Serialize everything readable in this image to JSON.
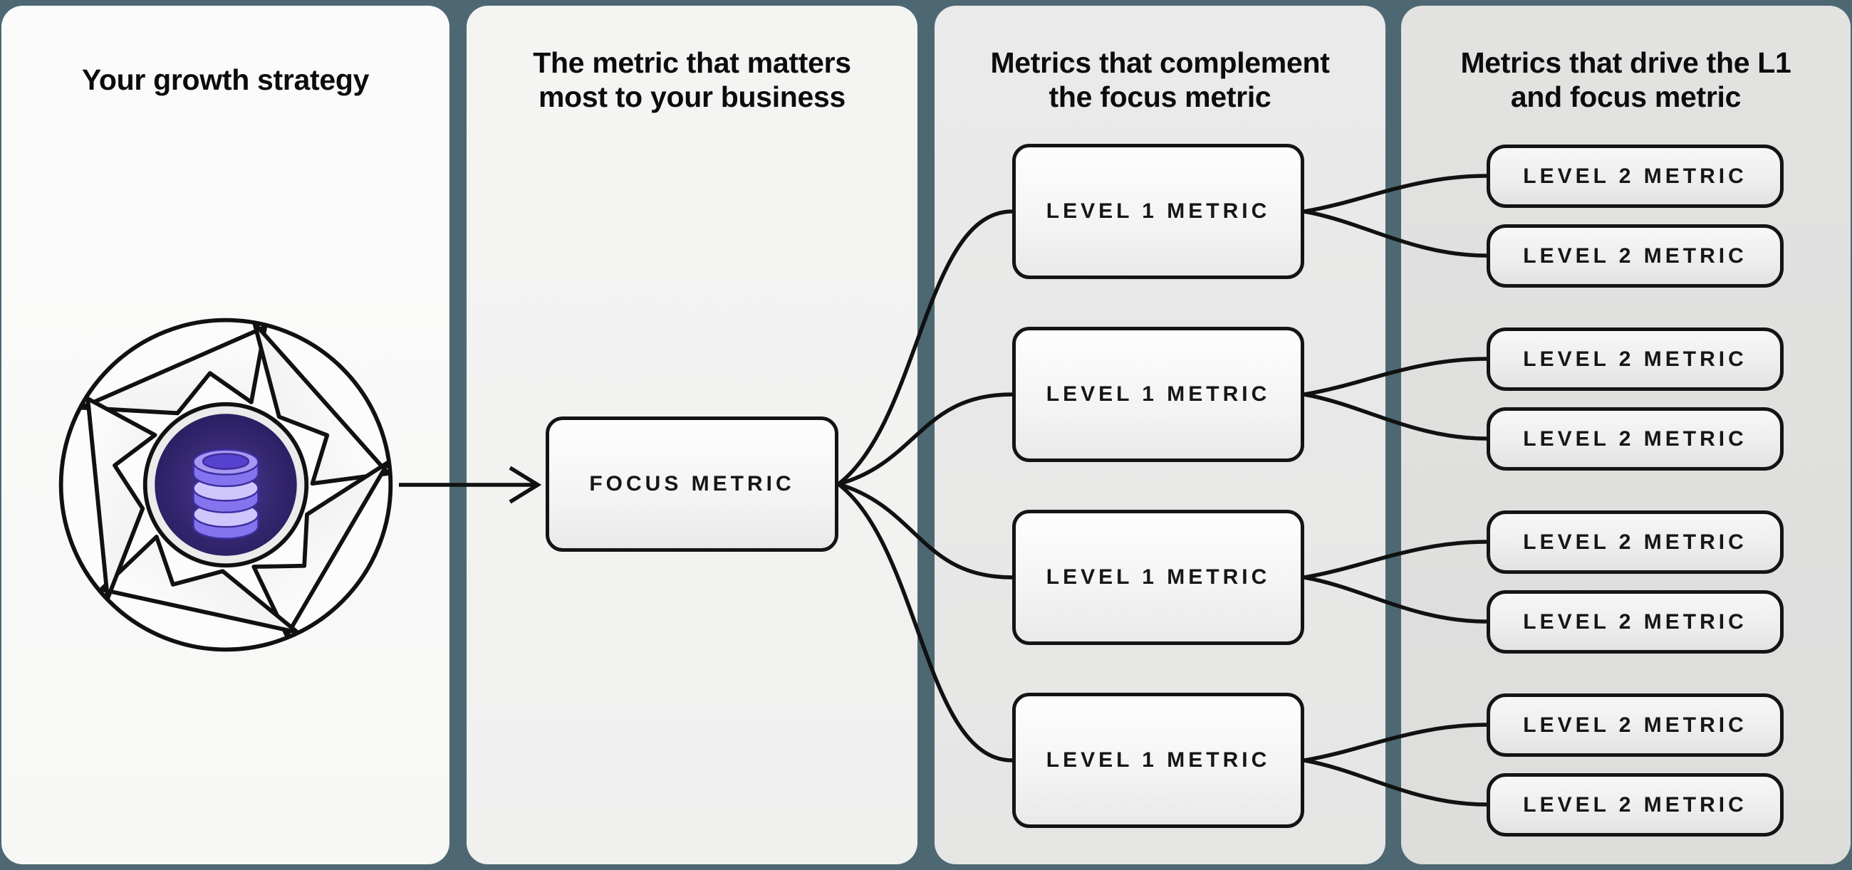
{
  "diagram": {
    "columns": [
      {
        "id": "growth-strategy",
        "title_lines": [
          "Your growth strategy",
          ""
        ],
        "icon": "growth-loop-with-database"
      },
      {
        "id": "focus-metric",
        "title_lines": [
          "The metric that matters",
          "most to your business"
        ],
        "box": {
          "label": "FOCUS METRIC"
        }
      },
      {
        "id": "level-1-metrics",
        "title_lines": [
          "Metrics that complement",
          "the focus metric"
        ],
        "boxes": [
          {
            "label": "LEVEL 1 METRIC"
          },
          {
            "label": "LEVEL 1 METRIC"
          },
          {
            "label": "LEVEL 1 METRIC"
          },
          {
            "label": "LEVEL 1 METRIC"
          }
        ]
      },
      {
        "id": "level-2-metrics",
        "title_lines": [
          "Metrics that drive the L1",
          "and focus metric"
        ],
        "boxes": [
          {
            "label": "LEVEL 2 METRIC"
          },
          {
            "label": "LEVEL 2 METRIC"
          },
          {
            "label": "LEVEL 2 METRIC"
          },
          {
            "label": "LEVEL 2 METRIC"
          },
          {
            "label": "LEVEL 2 METRIC"
          },
          {
            "label": "LEVEL 2 METRIC"
          },
          {
            "label": "LEVEL 2 METRIC"
          },
          {
            "label": "LEVEL 2 METRIC"
          }
        ]
      }
    ],
    "colors": {
      "background_teal": "#4d6872",
      "panel_light": "#f7f7f6",
      "panel_dark": "#e0e0df",
      "line_black": "#111111",
      "node_border": "#141414",
      "icon_circle_indigo": "#2a1f63",
      "database_purple": "#8673ee",
      "database_lavender": "#cfc6fb"
    }
  }
}
